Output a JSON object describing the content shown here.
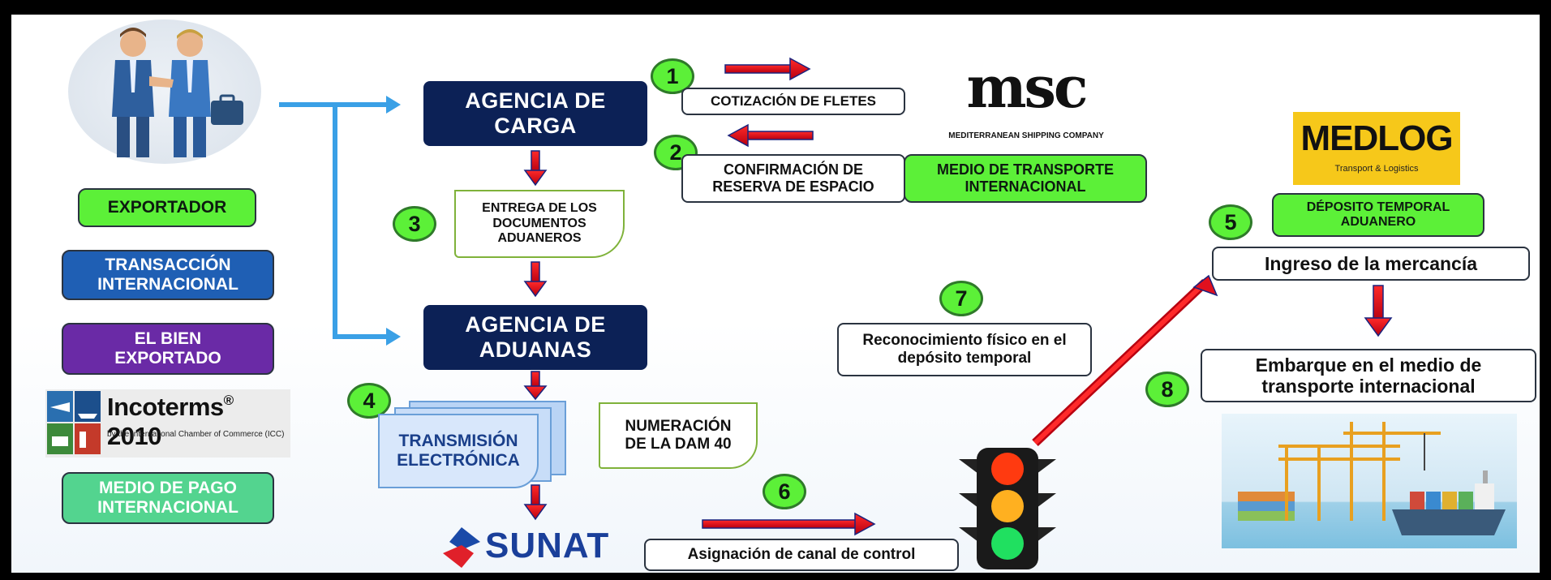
{
  "left": {
    "exportador": "EXPORTADOR",
    "transaccion": "TRANSACCIÓN INTERNACIONAL",
    "bien": "EL BIEN EXPORTADO",
    "incoterms_title": "Incoterms",
    "incoterms_reg": "®",
    "incoterms_year": "2010",
    "incoterms_sub": "by the International Chamber of Commerce (ICC)",
    "medio_pago": "MEDIO DE PAGO INTERNACIONAL"
  },
  "center": {
    "agencia_carga": "AGENCIA DE CARGA",
    "entrega_docs": "ENTREGA DE LOS DOCUMENTOS ADUANEROS",
    "agencia_aduanas": "AGENCIA DE ADUANAS",
    "transmision": "TRANSMISIÓN ELECTRÓNICA",
    "numeracion": "NUMERACIÓN DE LA DAM 40",
    "sunat": "SUNAT"
  },
  "steps": {
    "s1": "1",
    "s2": "2",
    "s3": "3",
    "s4": "4",
    "s5": "5",
    "s6": "6",
    "s7": "7",
    "s8": "8"
  },
  "labels": {
    "cotizacion": "COTIZACIÓN DE FLETES",
    "confirmacion": "CONFIRMACIÓN DE RESERVA DE ESPACIO",
    "medio_transporte": "MEDIO DE TRANSPORTE INTERNACIONAL",
    "asignacion": "Asignación de canal de control",
    "reconocimiento": "Reconocimiento físico en el depósito temporal",
    "deposito": "DÉPOSITO TEMPORAL ADUANERO",
    "ingreso": "Ingreso de la mercancía",
    "embarque": "Embarque en el medio de transporte internacional"
  },
  "logos": {
    "msc_mark": "msc",
    "msc_name": "MEDITERRANEAN SHIPPING COMPANY",
    "medlog": "MEDLOG",
    "medlog_sub": "Transport & Logistics"
  },
  "colors": {
    "green": "#5cf038",
    "navy": "#0c2156",
    "blue_box": "#1f5fb4",
    "purple_box": "#6a2aa6",
    "mint_box": "#53d48f",
    "arrow_red": "#e0101e",
    "arrow_blue": "#3aa0e6"
  }
}
